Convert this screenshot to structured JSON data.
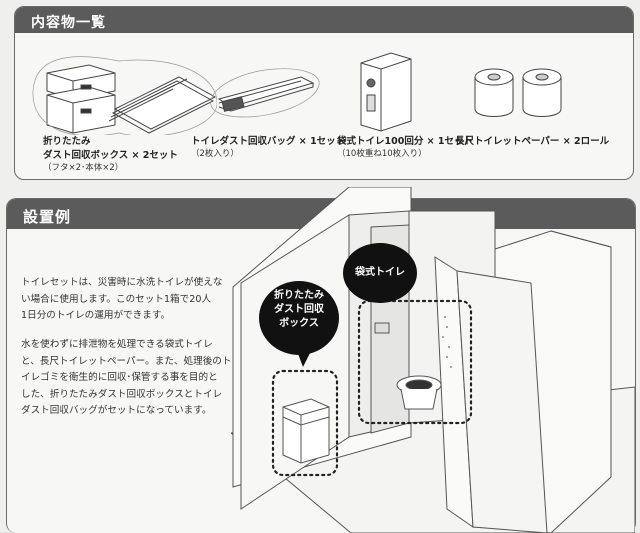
{
  "contents_section": {
    "title": "内容物一覧",
    "items": [
      {
        "icon": "folding-dust-box-icon",
        "title_line1": "折りたたみ",
        "title_line2": "ダスト回収ボックス × 2セット",
        "note": "（フタ×2･本体×2）"
      },
      {
        "icon": "dust-bag-icon",
        "title": "トイレダスト回収バッグ × 1セット",
        "note": "（2枚入り）"
      },
      {
        "icon": "bag-toilet-box-icon",
        "title": "袋式トイレ100回分 × 1セット",
        "note": "（10枚重ね10枚入り）"
      },
      {
        "icon": "toilet-paper-rolls-icon",
        "title": "長尺トイレットペーパー × 2ロール"
      }
    ]
  },
  "installation_section": {
    "title": "設置例",
    "paragraph1": [
      "トイレセットは、災害時に水洗トイレが使えな",
      "い場合に使用します。このセット1箱で20人",
      "1日分のトイレの運用ができます。"
    ],
    "paragraph2": [
      "水を使わずに排泄物を処理できる袋式トイレ",
      "と、長尺トイレットペーパー。また、処理後のト",
      "イレゴミを衛生的に回収･保管する事を目的と",
      "した、折りたたみダスト回収ボックスとトイレ",
      "ダスト回収バッグがセットになっています。"
    ],
    "bubble_toilet": "袋式トイレ",
    "bubble_box": [
      "折りたたみ",
      "ダスト回収",
      "ボックス"
    ]
  }
}
